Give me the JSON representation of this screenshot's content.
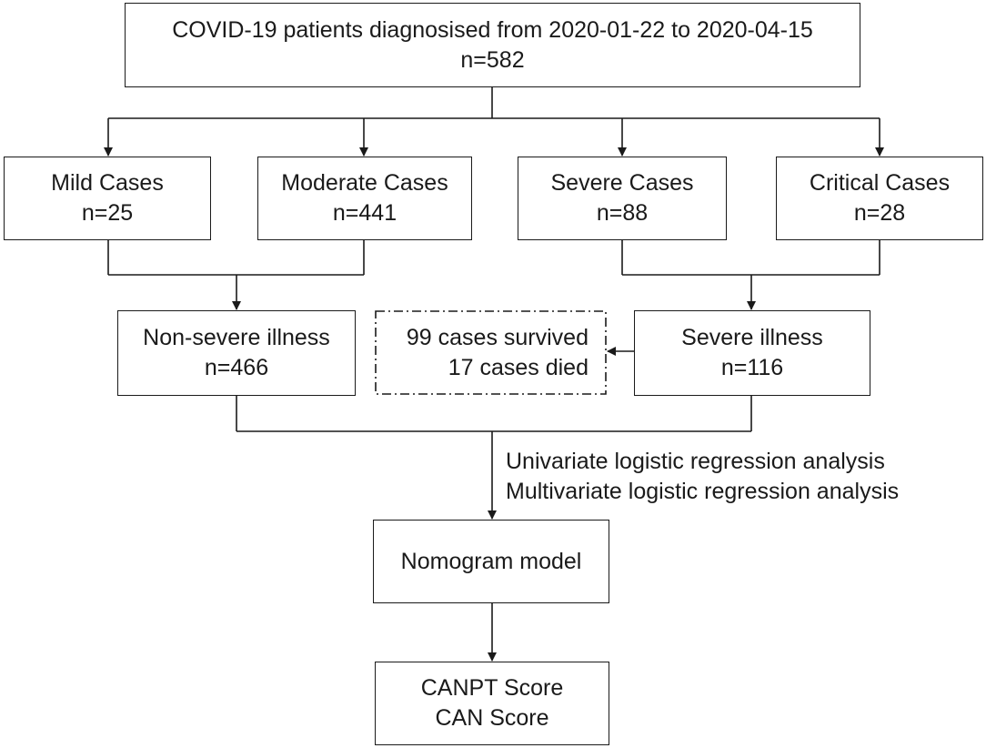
{
  "cohort": {
    "title": "COVID-19 patients diagnosised from 2020-01-22 to 2020-04-15",
    "count": "n=582"
  },
  "cases": [
    {
      "label": "Mild Cases",
      "count": "n=25"
    },
    {
      "label": "Moderate Cases",
      "count": "n=441"
    },
    {
      "label": "Severe Cases",
      "count": "n=88"
    },
    {
      "label": "Critical Cases",
      "count": "n=28"
    }
  ],
  "groups": {
    "non_severe": {
      "label": "Non-severe illness",
      "count": "n=466"
    },
    "severe": {
      "label": "Severe illness",
      "count": "n=116"
    }
  },
  "outcome": {
    "survived": "99 cases survived",
    "died": "17 cases died"
  },
  "analysis": {
    "univariate": "Univariate logistic regression analysis",
    "multivariate": "Multivariate logistic regression analysis"
  },
  "model": {
    "label": "Nomogram model"
  },
  "scores": {
    "canpt": "CANPT Score",
    "can": "CAN Score"
  }
}
